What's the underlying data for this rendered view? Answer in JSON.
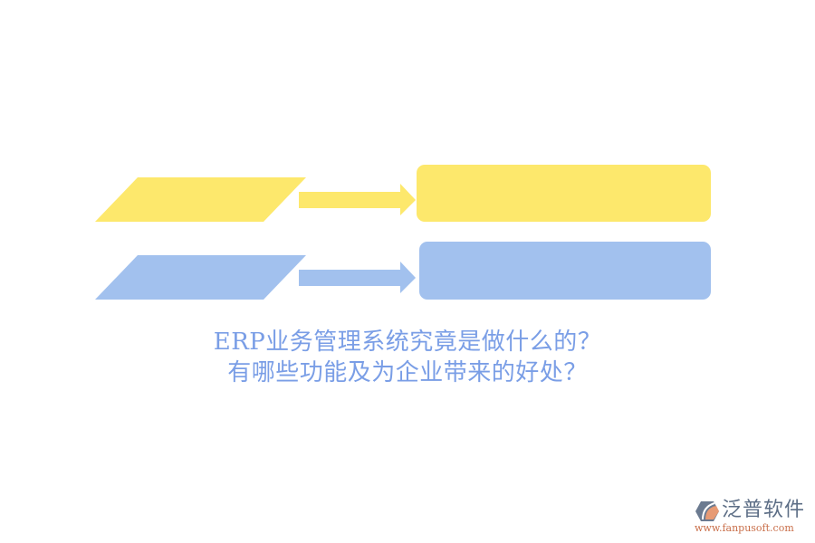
{
  "colors": {
    "yellow": "#fde86c",
    "blue": "#a2c1ee",
    "title_text": "#7a9ee6",
    "logo_gray": "#5d6e86",
    "logo_orange": "#e79a74"
  },
  "diagram": {
    "rows": [
      {
        "color": "yellow",
        "parallelogram_label": "",
        "box_label": ""
      },
      {
        "color": "blue",
        "parallelogram_label": "",
        "box_label": ""
      }
    ]
  },
  "title": {
    "line1": "ERP业务管理系统究竟是做什么的？",
    "line2": "有哪些功能及为企业带来的好处？"
  },
  "logo": {
    "icon": "fanpu-hexagon-logo-icon",
    "name": "泛普软件",
    "url": "www.fanpusoft.com"
  }
}
